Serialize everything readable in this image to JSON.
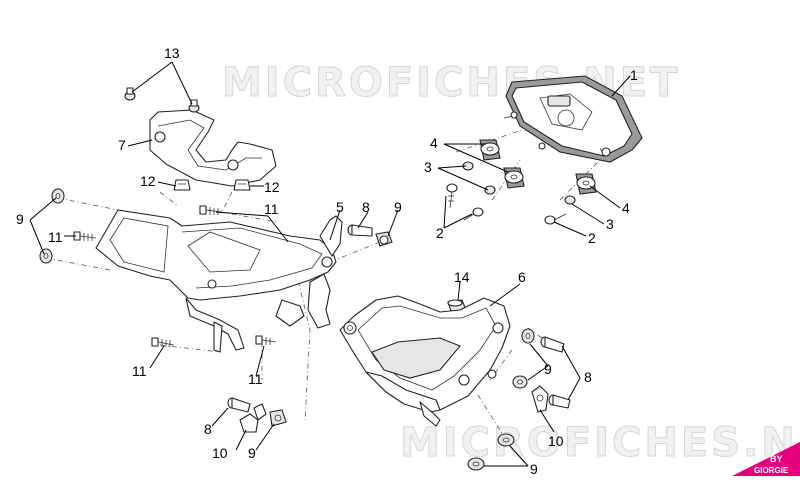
{
  "watermark": {
    "top": "MICROFICHES.NET",
    "bottom": "MICROFICHES.NET"
  },
  "logo": {
    "line1": "BY",
    "line2": "GIORGIE",
    "color": "#e6007e"
  },
  "callouts": [
    {
      "id": "c-13",
      "label": "13"
    },
    {
      "id": "c-7",
      "label": "7"
    },
    {
      "id": "c-12a",
      "label": "12"
    },
    {
      "id": "c-12b",
      "label": "12"
    },
    {
      "id": "c-9a",
      "label": "9"
    },
    {
      "id": "c-11a",
      "label": "11"
    },
    {
      "id": "c-11b",
      "label": "11"
    },
    {
      "id": "c-5",
      "label": "5"
    },
    {
      "id": "c-8a",
      "label": "8"
    },
    {
      "id": "c-9b",
      "label": "9"
    },
    {
      "id": "c-1",
      "label": "1"
    },
    {
      "id": "c-4a",
      "label": "4"
    },
    {
      "id": "c-3a",
      "label": "3"
    },
    {
      "id": "c-2a",
      "label": "2"
    },
    {
      "id": "c-4b",
      "label": "4"
    },
    {
      "id": "c-3b",
      "label": "3"
    },
    {
      "id": "c-2b",
      "label": "2"
    },
    {
      "id": "c-14",
      "label": "14"
    },
    {
      "id": "c-6",
      "label": "6"
    },
    {
      "id": "c-11c",
      "label": "11"
    },
    {
      "id": "c-11d",
      "label": "11"
    },
    {
      "id": "c-8b",
      "label": "8"
    },
    {
      "id": "c-9c",
      "label": "9"
    },
    {
      "id": "c-10a",
      "label": "10"
    },
    {
      "id": "c-8c",
      "label": "8"
    },
    {
      "id": "c-9d",
      "label": "9"
    },
    {
      "id": "c-10b",
      "label": "10"
    },
    {
      "id": "c-9e",
      "label": "9"
    }
  ]
}
